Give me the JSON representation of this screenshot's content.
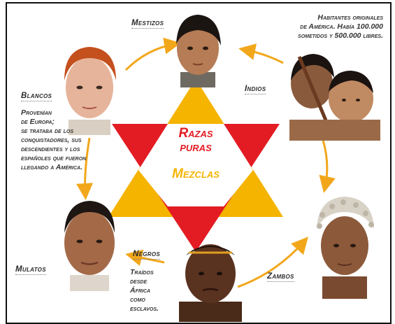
{
  "labels": {
    "mestizos": "Mestizos",
    "indios": "Indios",
    "blancos": "Blancos",
    "mulatos": "Mulatos",
    "negros": "Negros",
    "zambos": "Zambos"
  },
  "center": {
    "line1": "Razas",
    "line2": "puras",
    "line3": "Mezclas"
  },
  "notes": {
    "indios": [
      "Habitantes originales",
      "de América. Había 100.000",
      "sometidos y 500.000 libres."
    ],
    "blancos": [
      "Provenían",
      "de Europa;",
      "se trataba de los",
      "conquistadores, sus",
      "descendientes y los",
      "españoles que fueron",
      "llegando a América."
    ],
    "negros": [
      "Traídos",
      "desde",
      "África",
      "como",
      "esclavos."
    ]
  },
  "colors": {
    "star_yellow": "#f4b400",
    "star_red": "#e31b23",
    "arrow": "#f2a71b",
    "center_text": "#e31b23",
    "mezclas_text": "#f4b400"
  },
  "icons": {
    "mestizos": "child-portrait",
    "indios": "mother-and-baby-portrait",
    "blancos": "red-haired-man-portrait",
    "mulatos": "man-portrait",
    "negros": "african-child-portrait",
    "zambos": "child-with-beads-portrait"
  }
}
